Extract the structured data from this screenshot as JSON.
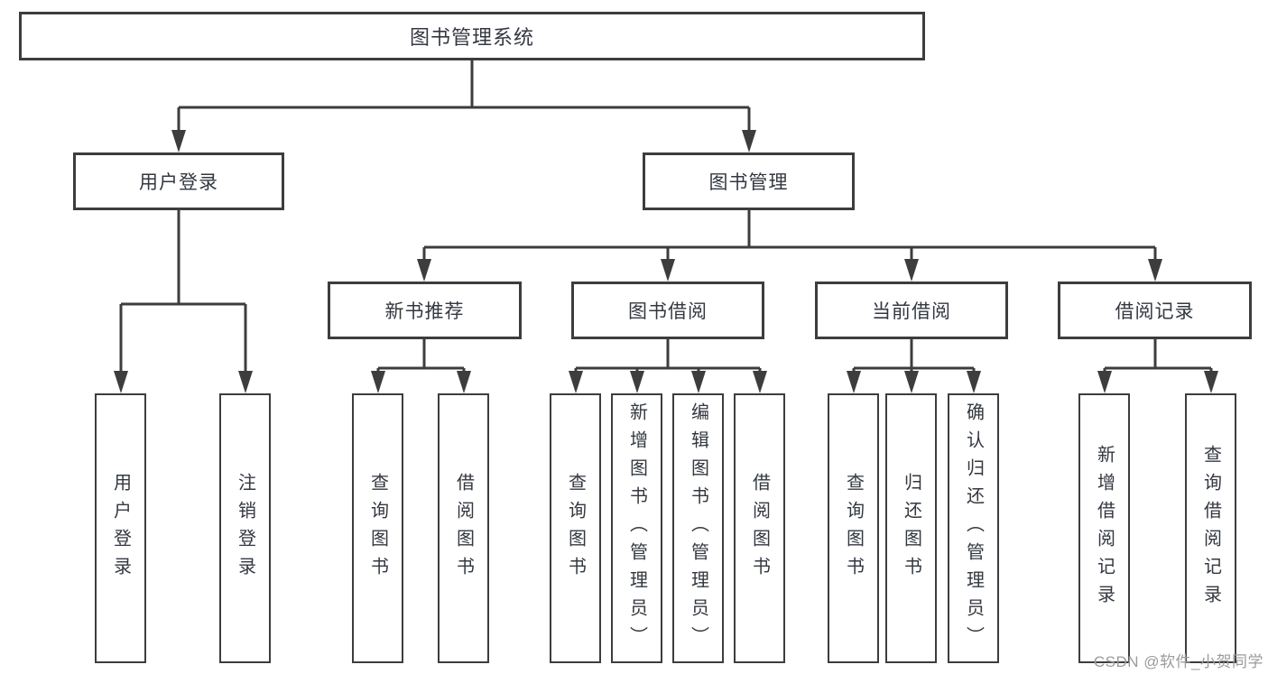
{
  "tree": {
    "root": "图书管理系统",
    "branches": [
      {
        "label": "用户登录",
        "children": [
          "用户登录",
          "注销登录"
        ]
      },
      {
        "label": "图书管理",
        "sections": [
          {
            "label": "新书推荐",
            "children": [
              "查询图书",
              "借阅图书"
            ]
          },
          {
            "label": "图书借阅",
            "children": [
              "查询图书",
              "新增图书（管理员）",
              "编辑图书（管理员）",
              "借阅图书"
            ]
          },
          {
            "label": "当前借阅",
            "children": [
              "查询图书",
              "归还图书",
              "确认归还（管理员）"
            ]
          },
          {
            "label": "借阅记录",
            "children": [
              "新增借阅记录",
              "查询借阅记录"
            ]
          }
        ]
      }
    ]
  },
  "watermark": {
    "text": "CSDN @软件_小贺同学"
  },
  "colors": {
    "line": "#3d3d3d",
    "text": "#333840",
    "watermark": "#9b9b9b",
    "background": "#ffffff"
  }
}
